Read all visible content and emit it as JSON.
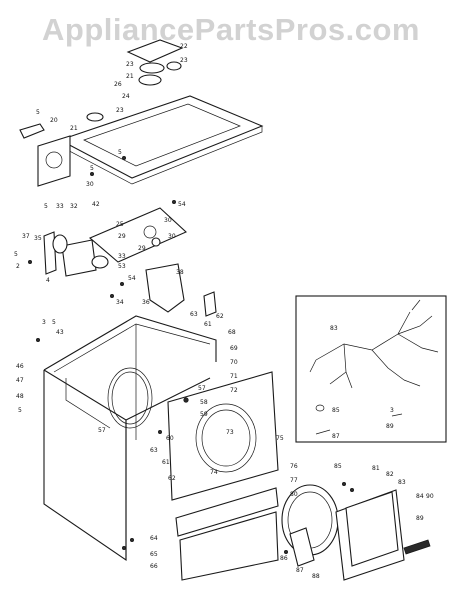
{
  "watermark": "AppliancePartsPros.com",
  "callouts": {
    "top_panel": [
      "23",
      "22",
      "21",
      "23",
      "26",
      "23",
      "24"
    ],
    "console_left": [
      "5",
      "20",
      "21"
    ],
    "top_center": [
      "5",
      "30",
      "5",
      "54"
    ],
    "blower_area": [
      "5",
      "33",
      "32",
      "42",
      "25",
      "29",
      "30",
      "29",
      "30",
      "37",
      "35",
      "2",
      "5",
      "4",
      "34",
      "33",
      "53",
      "54"
    ],
    "bracket": [
      "36",
      "38",
      "63",
      "61",
      "62"
    ],
    "cabinet_left": [
      "3",
      "5",
      "43",
      "46",
      "47",
      "48",
      "5",
      "57"
    ],
    "cabinet_right": [
      "68",
      "69",
      "70",
      "71",
      "72",
      "57",
      "58",
      "59",
      "60"
    ],
    "front": [
      "75",
      "73",
      "74",
      "63",
      "61",
      "62",
      "76",
      "77",
      "64",
      "65",
      "66"
    ],
    "door": [
      "80",
      "81",
      "82",
      "83",
      "84",
      "85",
      "86",
      "87",
      "88",
      "89",
      "90"
    ],
    "harness_box": [
      "83",
      "85",
      "3",
      "89",
      "87"
    ]
  }
}
